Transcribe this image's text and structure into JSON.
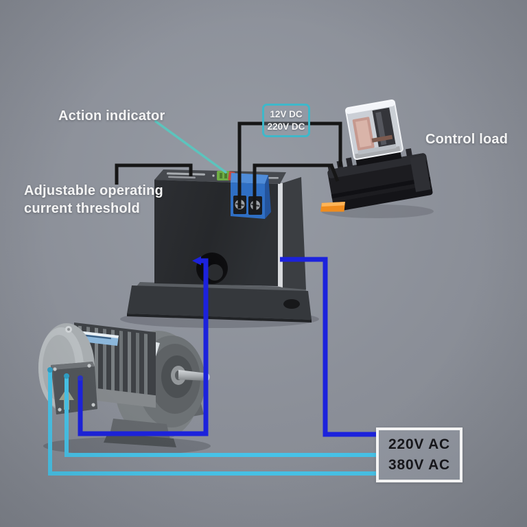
{
  "labels": {
    "action_indicator": "Action indicator",
    "adjustable_threshold": {
      "line1": "Adjustable operating",
      "line2": "current threshold"
    },
    "control_load": "Control load"
  },
  "callouts": {
    "dc_supply": {
      "line1": "12V DC",
      "line2": "220V DC"
    },
    "ac_supply": {
      "line1": "220V AC",
      "line2": "380V AC"
    }
  },
  "colors": {
    "background": "#8b8f98",
    "wire_black": "#161616",
    "wire_blue": "#1c22dc",
    "wire_cyan": "#47c3e8",
    "pointer_teal": "#5cc4bd",
    "label_text": "#f4f4f4",
    "dc_border": "#3eb8ca",
    "ac_border": "#f3f3f3",
    "ac_text": "#17171b"
  }
}
